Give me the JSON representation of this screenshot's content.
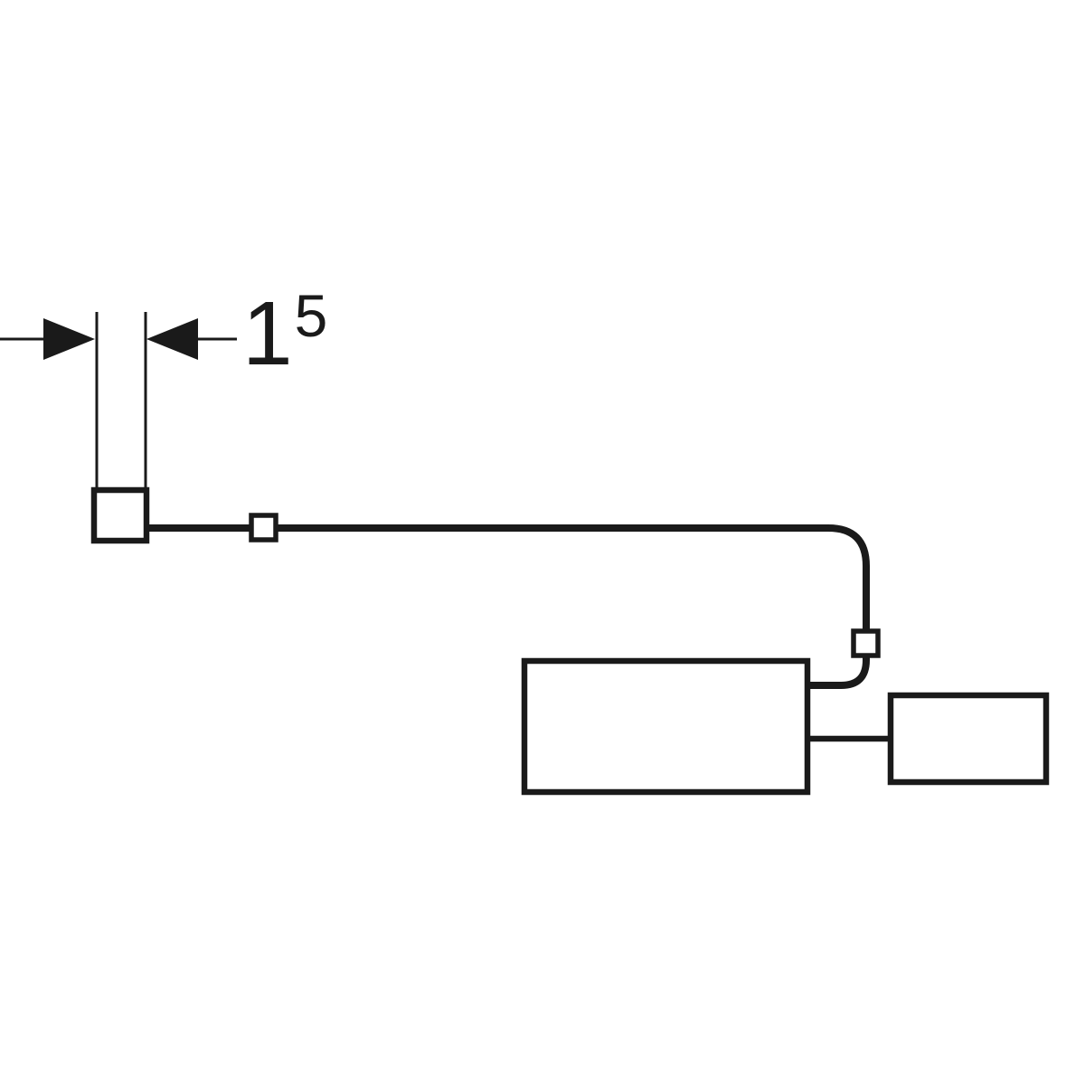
{
  "diagram": {
    "kind": "technical installation line drawing",
    "dimension": {
      "value": "1",
      "superscript": "5",
      "display": "15"
    },
    "colors": {
      "line": "#1a1a1a",
      "background": "#ffffff"
    }
  }
}
